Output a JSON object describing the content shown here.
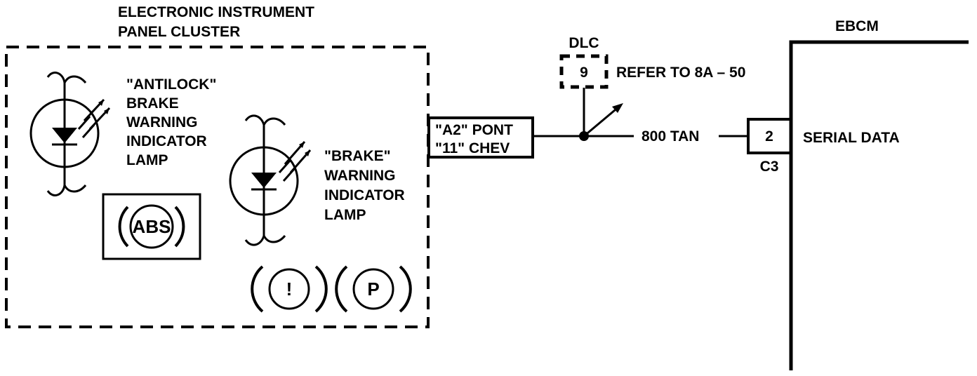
{
  "cluster": {
    "title_line1": "ELECTRONIC INSTRUMENT",
    "title_line2": "PANEL CLUSTER",
    "antilock_lamp": {
      "line1": "\"ANTILOCK\"",
      "line2": "BRAKE",
      "line3": "WARNING",
      "line4": "INDICATOR",
      "line5": "LAMP"
    },
    "brake_lamp": {
      "line1": "\"BRAKE\"",
      "line2": "WARNING",
      "line3": "INDICATOR",
      "line4": "LAMP"
    },
    "abs_symbol": "ABS",
    "exclaim_symbol": "!",
    "park_symbol": "P",
    "terminal_line1": "\"A2\" PONT",
    "terminal_line2": "\"11\" CHEV"
  },
  "dlc": {
    "label": "DLC",
    "pin": "9",
    "reference": "REFER TO 8A – 50"
  },
  "wire": {
    "label": "800 TAN"
  },
  "ebcm": {
    "label": "EBCM",
    "pin": "2",
    "connector": "C3",
    "signal": "SERIAL DATA"
  }
}
